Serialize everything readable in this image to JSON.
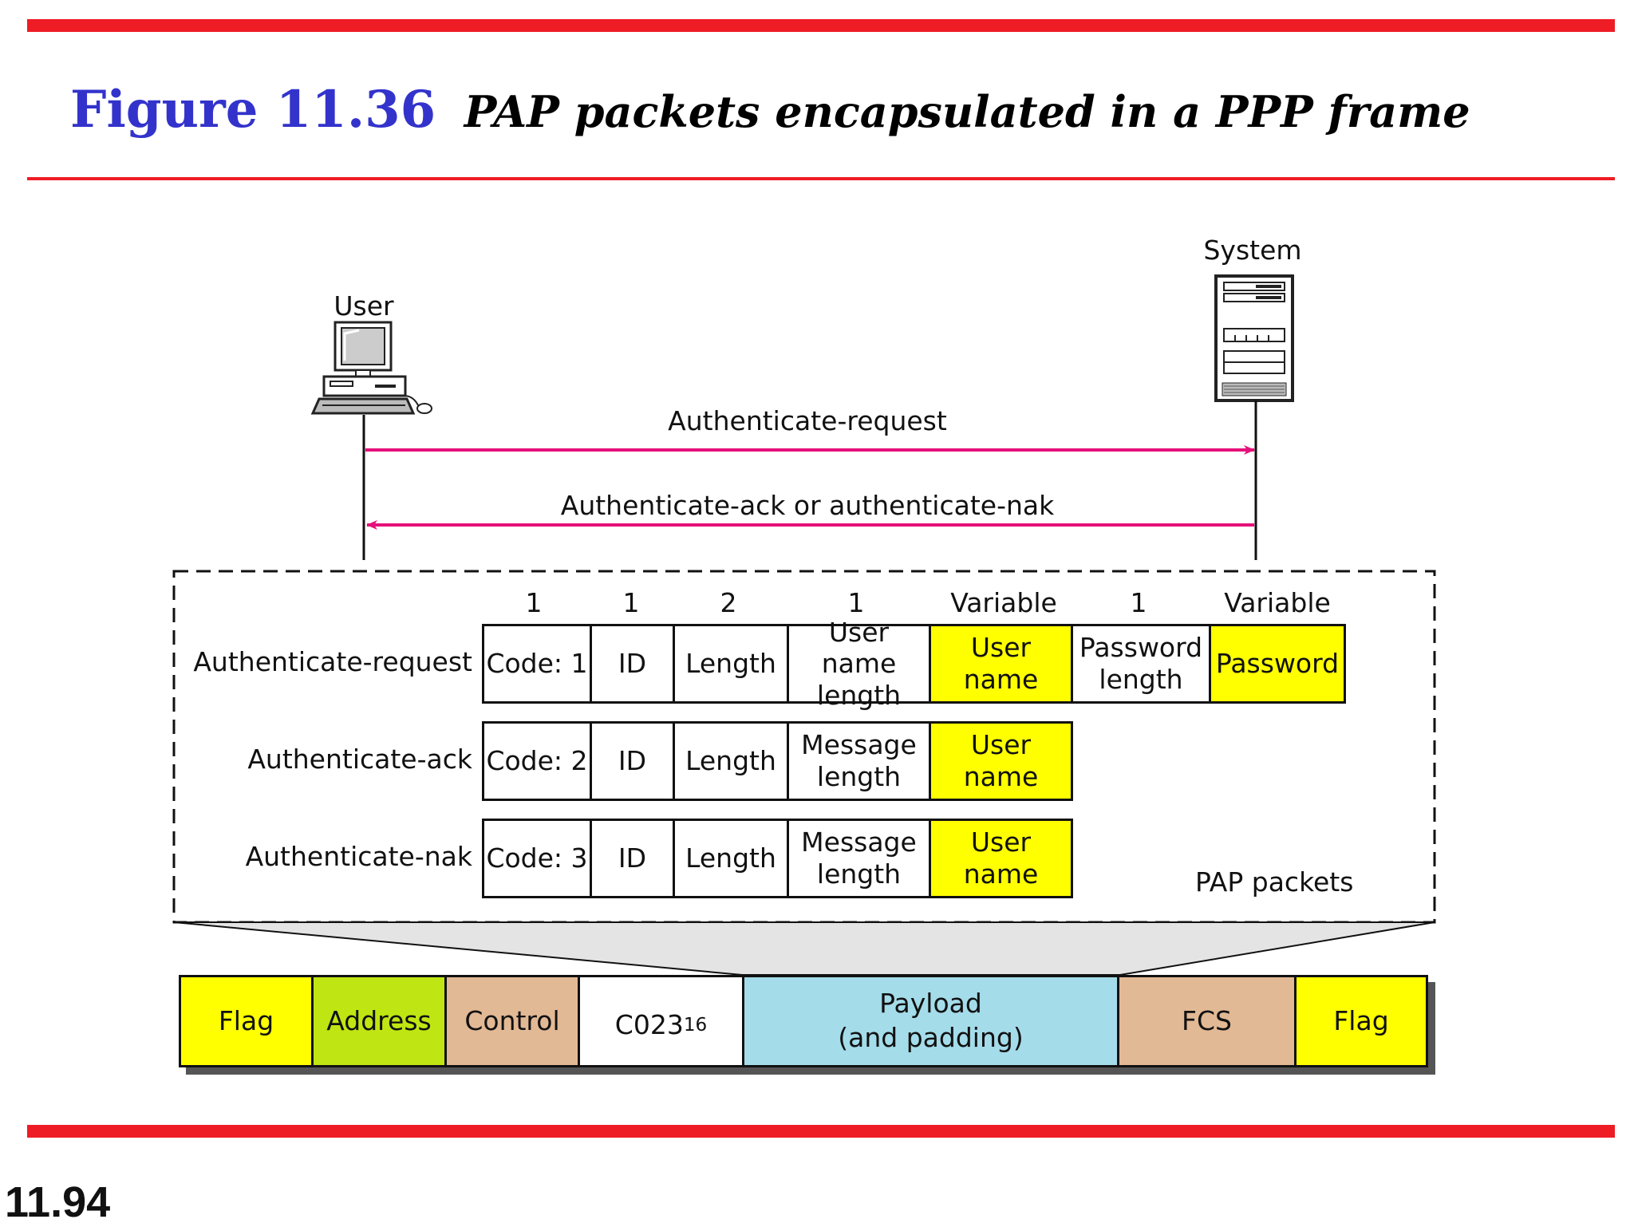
{
  "title": {
    "figure_number": "Figure 11.36",
    "caption": "PAP packets encapsulated in a PPP frame"
  },
  "nodes": {
    "user_label": "User",
    "system_label": "System"
  },
  "messages": [
    {
      "label": "Authenticate-request",
      "direction": "user-to-system"
    },
    {
      "label": "Authenticate-ack or authenticate-nak",
      "direction": "system-to-user"
    }
  ],
  "pap": {
    "field_sizes": [
      "1",
      "1",
      "2",
      "1",
      "Variable",
      "1",
      "Variable"
    ],
    "packets": [
      {
        "name": "Authenticate-request",
        "fields": [
          "Code: 1",
          "ID",
          "Length",
          "User name length",
          "User name",
          "Password length",
          "Password"
        ]
      },
      {
        "name": "Authenticate-ack",
        "fields": [
          "Code: 2",
          "ID",
          "Length",
          "Message length",
          "User name"
        ]
      },
      {
        "name": "Authenticate-nak",
        "fields": [
          "Code: 3",
          "ID",
          "Length",
          "Message length",
          "User name"
        ]
      }
    ],
    "box_label": "PAP packets"
  },
  "ppp_frame": {
    "fields": [
      {
        "label": "Flag",
        "color": "#ffff00"
      },
      {
        "label": "Address",
        "color": "#bfe612"
      },
      {
        "label": "Control",
        "color": "#e2b995"
      },
      {
        "label": "C023",
        "subscript": "16",
        "color": "#ffffff"
      },
      {
        "label": "Payload\n(and padding)",
        "color": "#a4dcea"
      },
      {
        "label": "FCS",
        "color": "#e2b995"
      },
      {
        "label": "Flag",
        "color": "#ffff00"
      }
    ]
  },
  "colors": {
    "rule": "#ee1c25",
    "figure_number": "#3333cc",
    "arrow": "#e5107a",
    "highlight": "#ffff00"
  },
  "page_number": "11.94"
}
